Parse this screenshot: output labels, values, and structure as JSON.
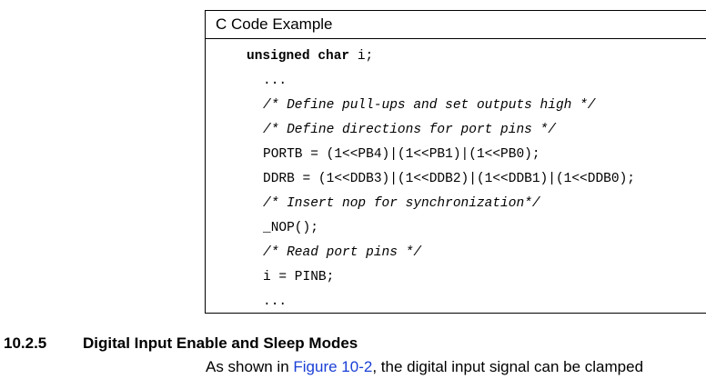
{
  "code_example": {
    "title": "C Code Example",
    "lines": [
      {
        "kw": "unsigned char",
        "rest": " i;"
      },
      {
        "text": "..."
      },
      {
        "text": "/* Define pull-ups and set outputs high */"
      },
      {
        "text": "/* Define directions for port pins */"
      },
      {
        "text": "PORTB = (1<<PB4)|(1<<PB1)|(1<<PB0);"
      },
      {
        "text": "DDRB = (1<<DDB3)|(1<<DDB2)|(1<<DDB1)|(1<<DDB0);"
      },
      {
        "text": "/* Insert nop for synchronization*/"
      },
      {
        "text": "_NOP();"
      },
      {
        "text": "/* Read port pins */"
      },
      {
        "text": "i = PINB;"
      },
      {
        "text": "..."
      }
    ]
  },
  "section": {
    "number": "10.2.5",
    "title": "Digital Input Enable and Sleep Modes"
  },
  "paragraph": {
    "before": "As shown in ",
    "link": "Figure 10-2",
    "after": ", the digital input signal can be clamped"
  }
}
